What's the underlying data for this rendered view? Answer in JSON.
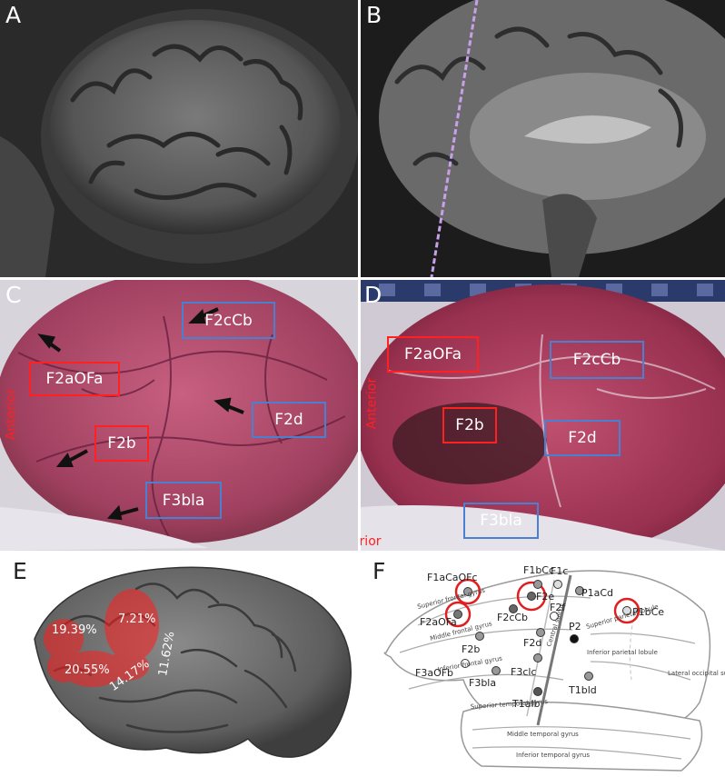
{
  "panels": {
    "a": {
      "label": "A"
    },
    "b": {
      "label": "B"
    },
    "c": {
      "label": "C",
      "tags": [
        "F2cCb",
        "F2aOFa",
        "F2d",
        "F2b",
        "F3bla"
      ],
      "anterior": "Anterior"
    },
    "d": {
      "label": "D",
      "tags": [
        "F2aOFa",
        "F2cCb",
        "F2b",
        "F2d",
        "F3bla"
      ],
      "anterior": "Anterior",
      "inferior": "Inferior"
    },
    "e": {
      "label": "E",
      "percentages": [
        "19.39%",
        "7.21%",
        "11.62%",
        "20.55%",
        "14.17%"
      ]
    },
    "f": {
      "label": "F",
      "sites": [
        "F1aCaOFc",
        "F1bCc",
        "F1c",
        "P1aCd",
        "F2e",
        "F2cCb",
        "F2f",
        "P1bCe",
        "F2aOFa",
        "P2",
        "F2d",
        "F2b",
        "F3aOFb",
        "F3clc",
        "F3bla",
        "T1alb",
        "T1bld"
      ],
      "anatomy": [
        "Superior frontal gyrus",
        "Middle frontal gyrus",
        "Inferior frontal gyrus",
        "Central sulcus",
        "Superior parietal lobule",
        "Inferior parietal lobule",
        "Lateral occipital sulcus",
        "Superior temporal gyrus",
        "Middle temporal gyrus",
        "Inferior temporal gyrus"
      ]
    }
  },
  "colors": {
    "red_tag": "#ff2020",
    "blue_tag": "#4a80d0",
    "stimulation_red": "#ff1e1e",
    "brain_gray": "#6f6f6f"
  }
}
